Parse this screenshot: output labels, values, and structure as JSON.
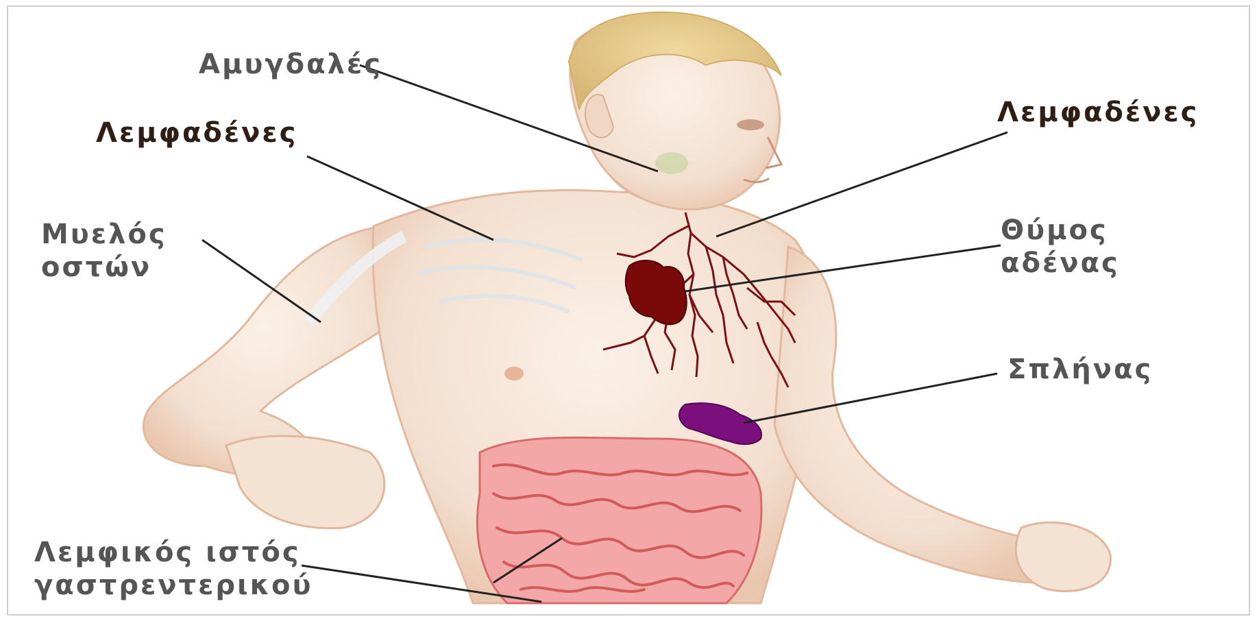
{
  "labels": {
    "tonsils": "Αμυγδαλές",
    "lymph_nodes_left": "Λεμφαδένες",
    "lymph_nodes_right": "Λεμφαδένες",
    "bone_marrow": [
      "Μυελός",
      "οστών"
    ],
    "thymus": [
      "Θύμος",
      "αδένας"
    ],
    "spleen": "Σπλήνας",
    "gut_lymph_tissue": [
      "Λεμφικός ιστός",
      "γαστρεντερικού"
    ]
  },
  "colors": {
    "text_gray": "#555555",
    "text_dark": "#2e1e14",
    "leader_line": "#222222",
    "thymus": "#7a0a0a",
    "spleen": "#7b0f7e",
    "lymph_vessels": "#7a0f14",
    "skin": "#f3dfcf",
    "intestine": "#e98a8a"
  }
}
